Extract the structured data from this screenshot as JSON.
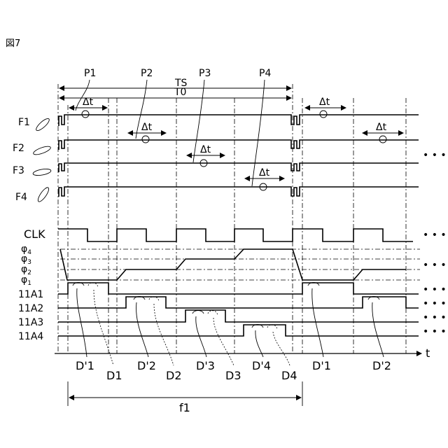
{
  "figure_id": "図7",
  "pulse_labels": [
    "P1",
    "P2",
    "P3",
    "P4"
  ],
  "ts_label": "TS",
  "t0_label": "T0",
  "dt_label": "Δt",
  "frame_labels": [
    "F1",
    "F2",
    "F3",
    "F4"
  ],
  "clk_label": "CLK",
  "phi_base": "φ",
  "phi_subs": [
    "4",
    "3",
    "2",
    "1"
  ],
  "electrode_labels": [
    "11A1",
    "11A2",
    "11A3",
    "11A4"
  ],
  "bottom_labels_upper": [
    "D'1",
    "D'2",
    "D'3",
    "D'4",
    "D'1",
    "D'2"
  ],
  "bottom_labels_lower": [
    "D1",
    "D2",
    "D3",
    "D4"
  ],
  "time_axis_label": "t",
  "period_label": "f1",
  "continuation": "• • •"
}
